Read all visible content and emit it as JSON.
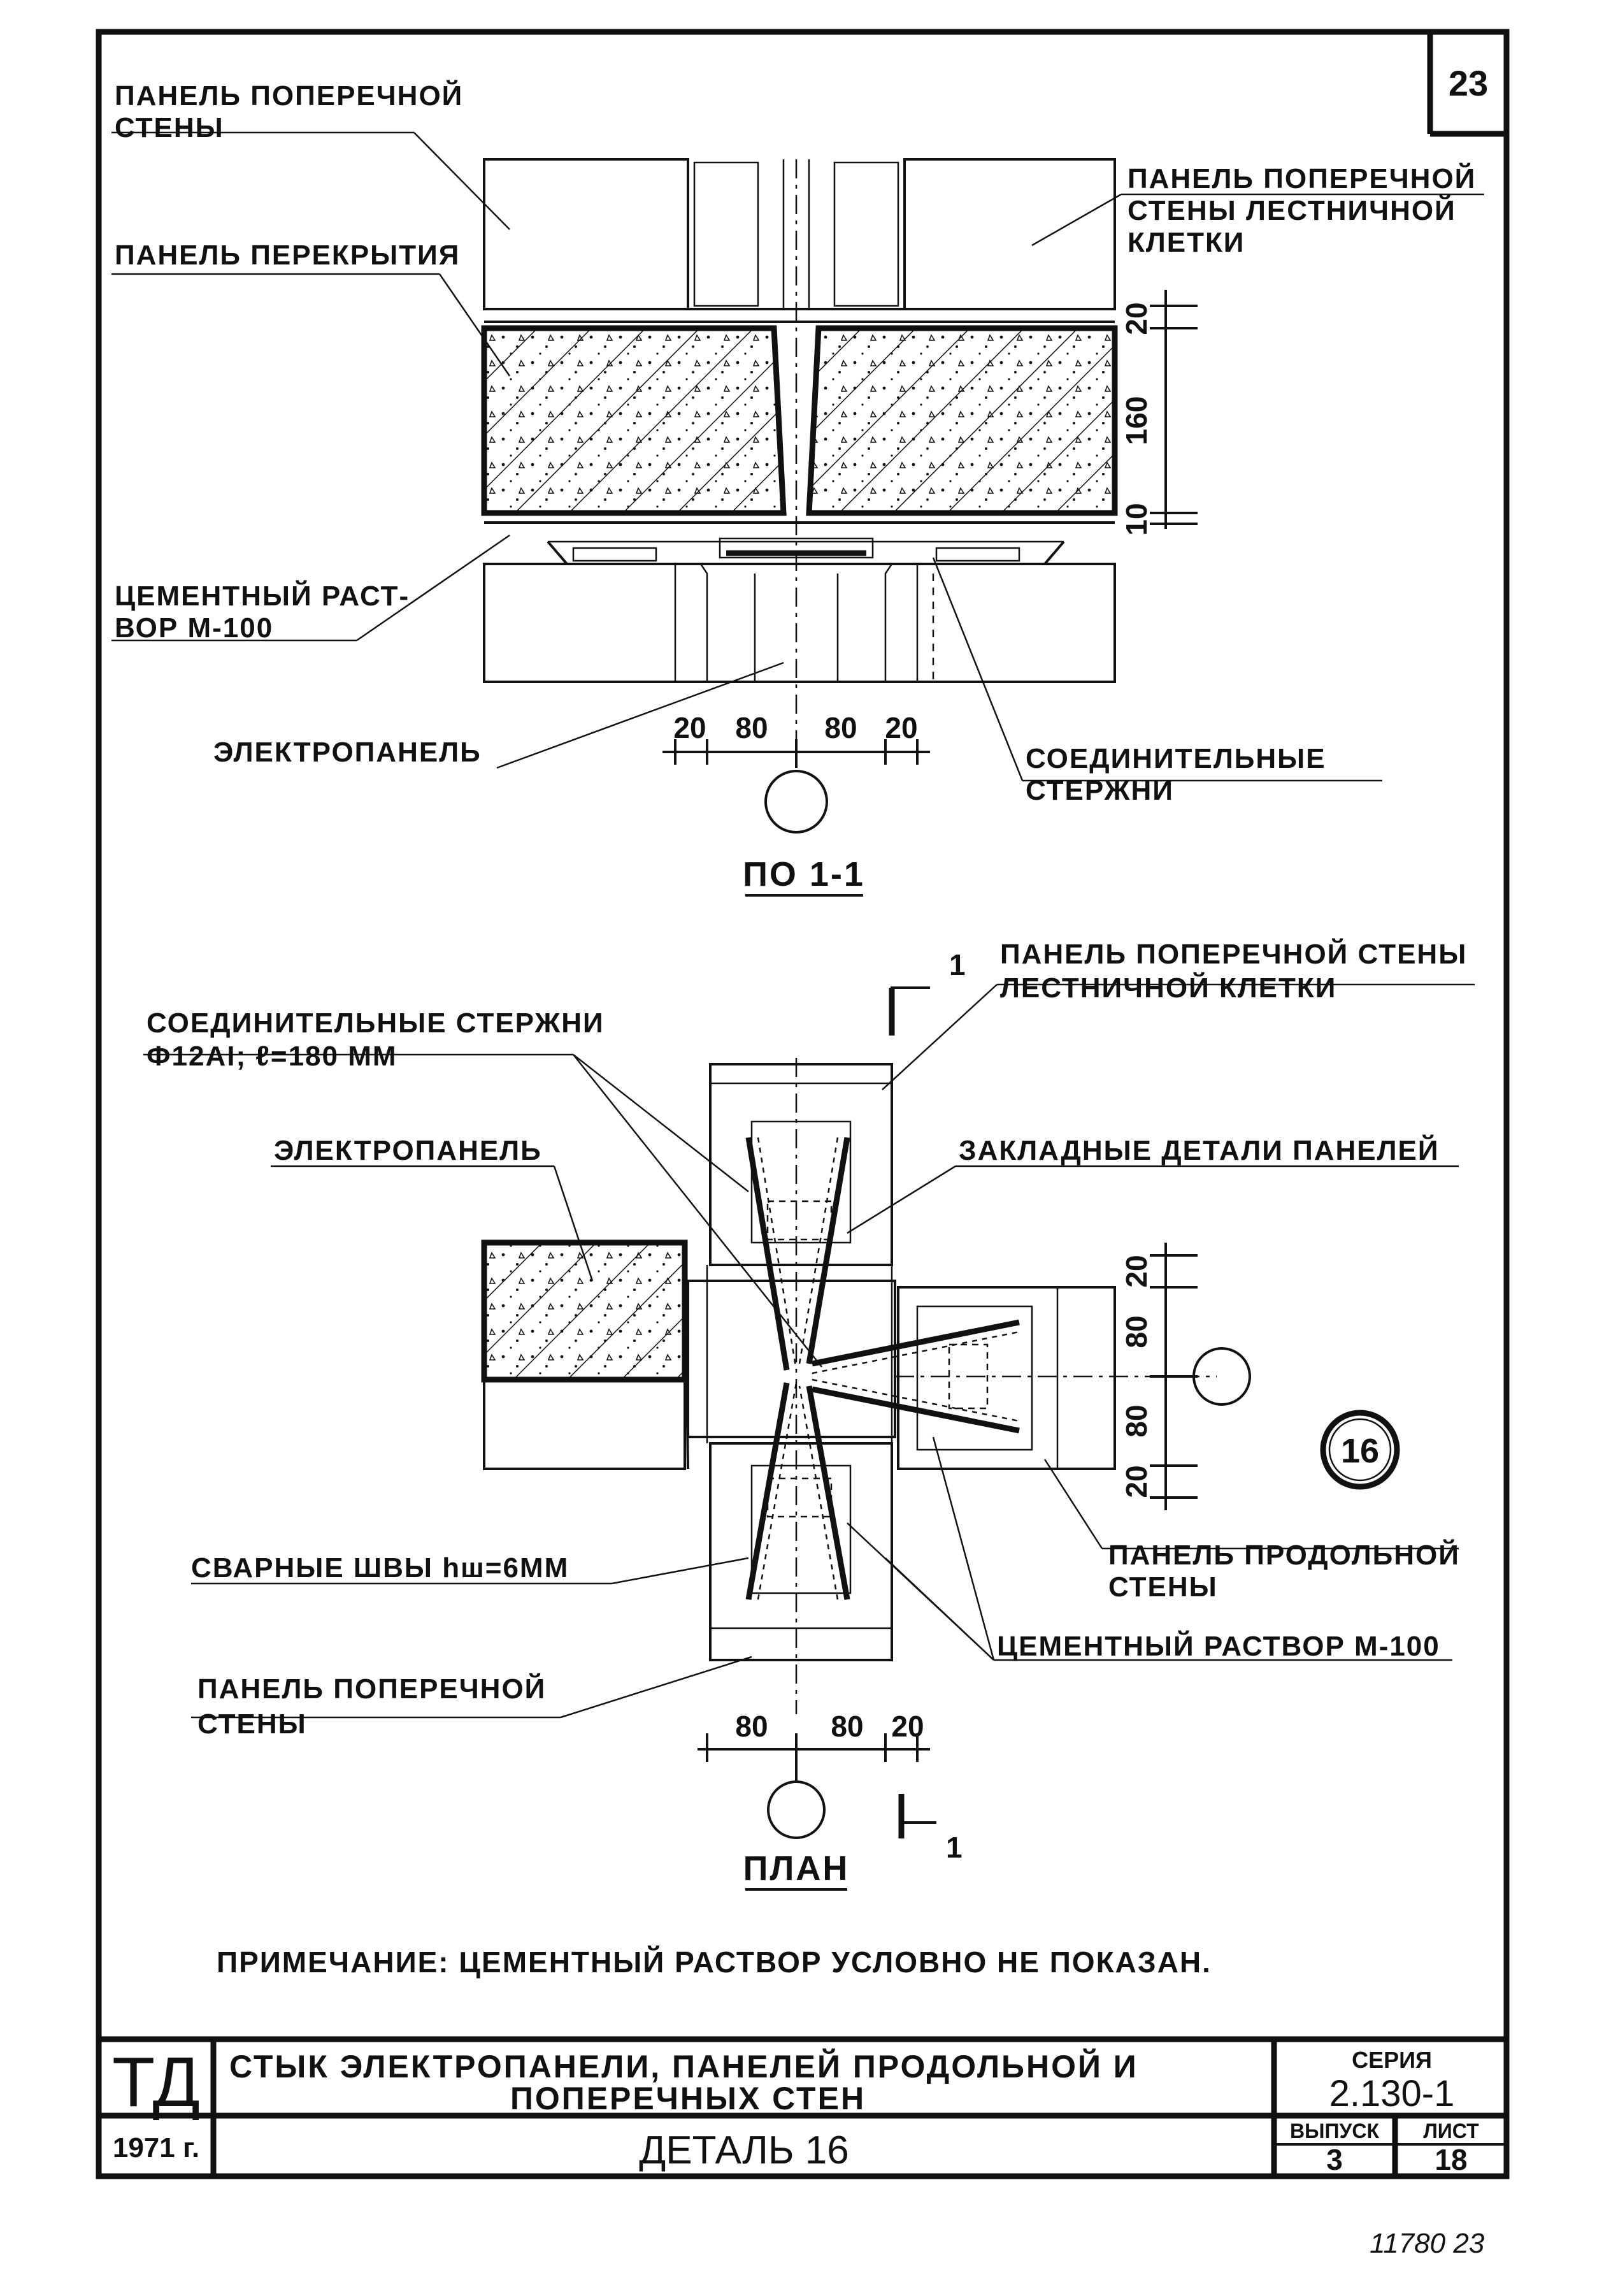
{
  "sheet": {
    "page_number": "23",
    "handwritten_ref": "11780  23"
  },
  "section": {
    "labels": {
      "transverse_wall_panel": [
        "ПАНЕЛЬ ПОПЕРЕЧНОЙ",
        "СТЕНЫ"
      ],
      "floor_panel": "ПАНЕЛЬ ПЕРЕКРЫТИЯ",
      "stair_wall_panel": [
        "ПАНЕЛЬ ПОПЕРЕЧНОЙ",
        "СТЕНЫ ЛЕСТНИЧНОЙ",
        "КЛЕТКИ"
      ],
      "mortar": [
        "ЦЕМЕНТНЫЙ РАСТ-",
        "ВОР М-100"
      ],
      "electropanel": "ЭЛЕКТРОПАНЕЛЬ",
      "connecting_rods": [
        "СОЕДИНИТЕЛЬНЫЕ",
        "СТЕРЖНИ"
      ]
    },
    "dims_vertical": [
      "20",
      "160",
      "10"
    ],
    "dims_horizontal": [
      "20",
      "80",
      "80",
      "20"
    ],
    "caption": "ПО 1-1"
  },
  "plan": {
    "labels": {
      "stair_wall_panel": [
        "ПАНЕЛЬ ПОПЕРЕЧНОЙ СТЕНЫ",
        "ЛЕСТНИЧНОЙ  КЛЕТКИ"
      ],
      "connecting_rods": [
        "СОЕДИНИТЕЛЬНЫЕ СТЕРЖНИ",
        "Ф12АI;  ℓ=180 ММ"
      ],
      "electropanel": "ЭЛЕКТРОПАНЕЛЬ",
      "embedded_parts": "ЗАКЛАДНЫЕ ДЕТАЛИ ПАНЕЛЕЙ",
      "longitudinal_wall_panel": [
        "ПАНЕЛЬ ПРОДОЛЬНОЙ",
        "СТЕНЫ"
      ],
      "welds": "СВАРНЫЕ  ШВЫ hш=6ММ",
      "mortar": "ЦЕМЕНТНЫЙ РАСТВОР М-100",
      "transverse_wall_panel": [
        "ПАНЕЛЬ ПОПЕРЕЧНОЙ",
        "СТЕНЫ"
      ]
    },
    "section_mark": "1",
    "detail_number": "16",
    "dims_vertical": [
      "20",
      "80",
      "80",
      "20"
    ],
    "dims_horizontal": [
      "80",
      "80",
      "20"
    ],
    "caption": "ПЛАН"
  },
  "note": "ПРИМЕЧАНИЕ: ЦЕМЕНТНЫЙ РАСТВОР УСЛОВНО НЕ ПОКАЗАН.",
  "title_block": {
    "org": "ТД",
    "title_lines": [
      "СТЫК ЭЛЕКТРОПАНЕЛИ, ПАНЕЛЕЙ ПРОДОЛЬНОЙ  И",
      "ПОПЕРЕЧНЫХ  СТЕН"
    ],
    "series_label": "СЕРИЯ",
    "series_value": "2.130-1",
    "year": "1971 г.",
    "detail": "ДЕТАЛЬ  16",
    "issue_label": "ВЫПУСК",
    "issue_value": "3",
    "sheet_label": "ЛИСТ",
    "sheet_value": "18"
  }
}
